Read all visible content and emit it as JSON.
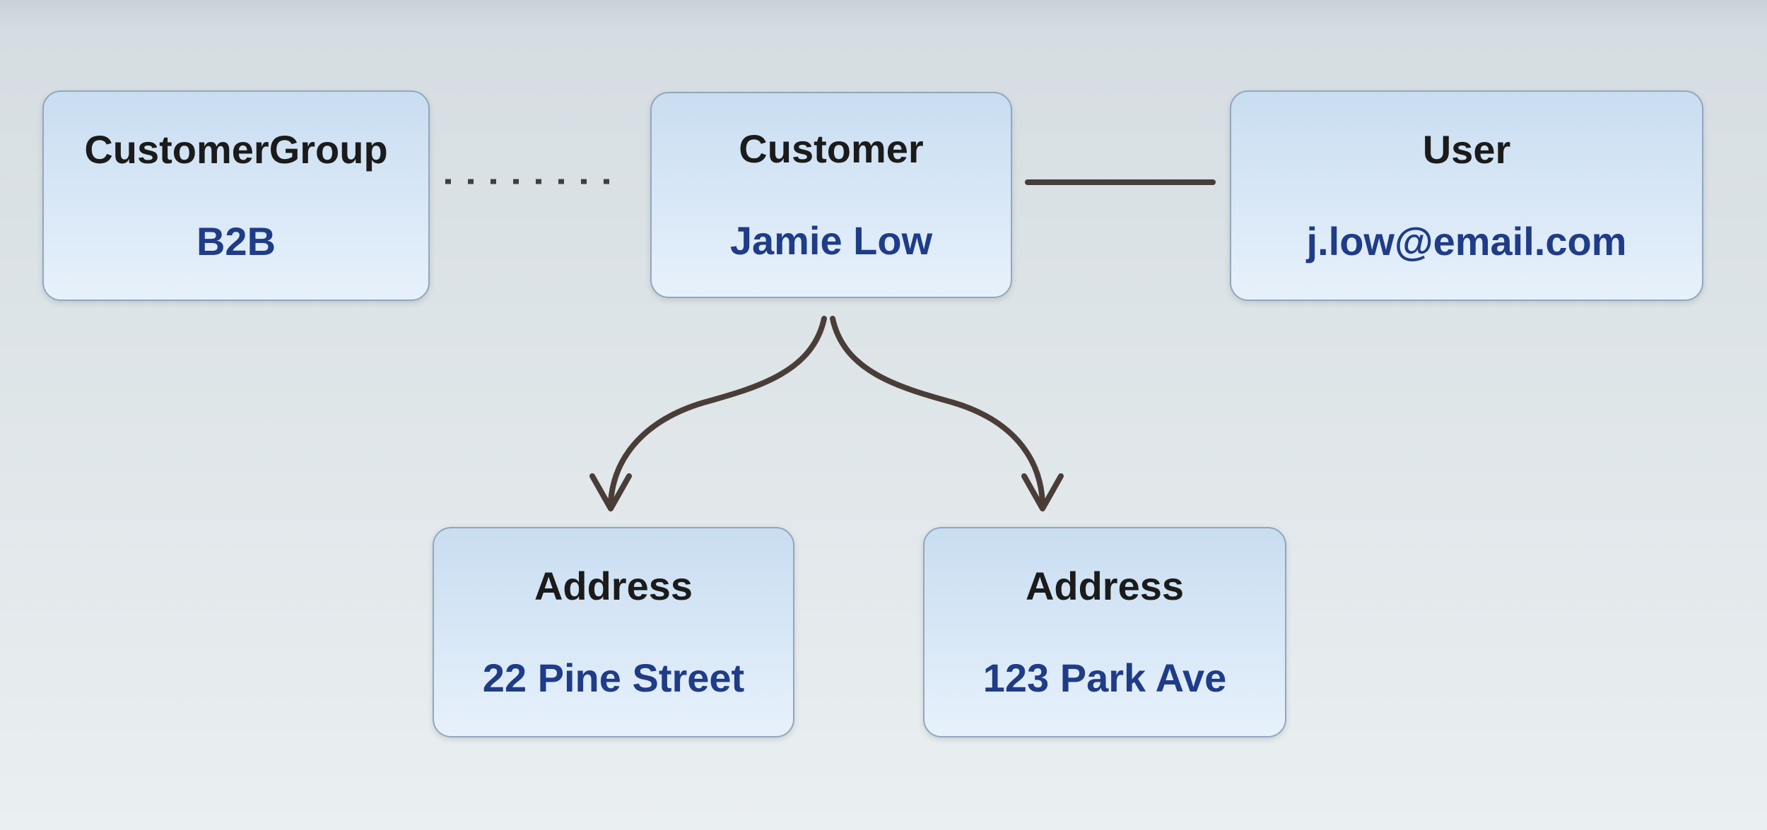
{
  "diagram": {
    "nodes": [
      {
        "id": "customer-group",
        "title": "CustomerGroup",
        "value": "B2B"
      },
      {
        "id": "customer",
        "title": "Customer",
        "value": "Jamie Low"
      },
      {
        "id": "user",
        "title": "User",
        "value": "j.low@email.com"
      },
      {
        "id": "address-1",
        "title": "Address",
        "value": "22 Pine Street"
      },
      {
        "id": "address-2",
        "title": "Address",
        "value": "123 Park Ave"
      }
    ],
    "edges": [
      {
        "from": "customer-group",
        "to": "customer",
        "style": "dotted"
      },
      {
        "from": "customer",
        "to": "user",
        "style": "solid"
      },
      {
        "from": "customer",
        "to": "address-1",
        "style": "curved-arrow"
      },
      {
        "from": "customer",
        "to": "address-2",
        "style": "curved-arrow"
      }
    ],
    "colors": {
      "node_fill_top": "#c9ddf1",
      "node_fill_bottom": "#e7f1fb",
      "node_border": "#91a7bd",
      "title_text": "#1b1b1b",
      "value_text": "#1f3c88",
      "edge": "#4a3d38",
      "background_top": "#c9d2d8",
      "background_bottom": "#eaeff1"
    }
  }
}
